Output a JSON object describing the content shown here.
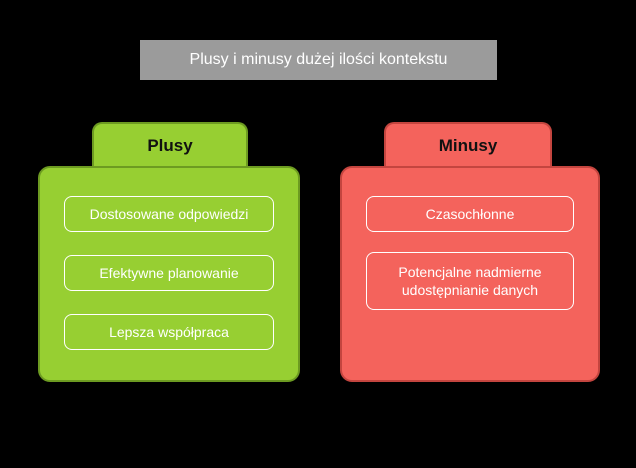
{
  "title": {
    "text": "Plusy i minusy dużej ilości kontekstu",
    "background": "#9b9b9b",
    "text_color": "#ffffff"
  },
  "background_color": "#000000",
  "columns": [
    {
      "label": "Plusy",
      "fill": "#97cf32",
      "border": "#6d9b21",
      "item_border": "#ffffff",
      "item_text_color": "#ffffff",
      "items": [
        {
          "text": "Dostosowane odpowiedzi"
        },
        {
          "text": "Efektywne planowanie"
        },
        {
          "text": "Lepsza współpraca"
        }
      ]
    },
    {
      "label": "Minusy",
      "fill": "#f4635c",
      "border": "#c4453f",
      "item_border": "#ffffff",
      "item_text_color": "#ffffff",
      "items": [
        {
          "text": "Czasochłonne"
        },
        {
          "text": "Potencjalne nadmierne udostępnianie danych"
        }
      ]
    }
  ]
}
